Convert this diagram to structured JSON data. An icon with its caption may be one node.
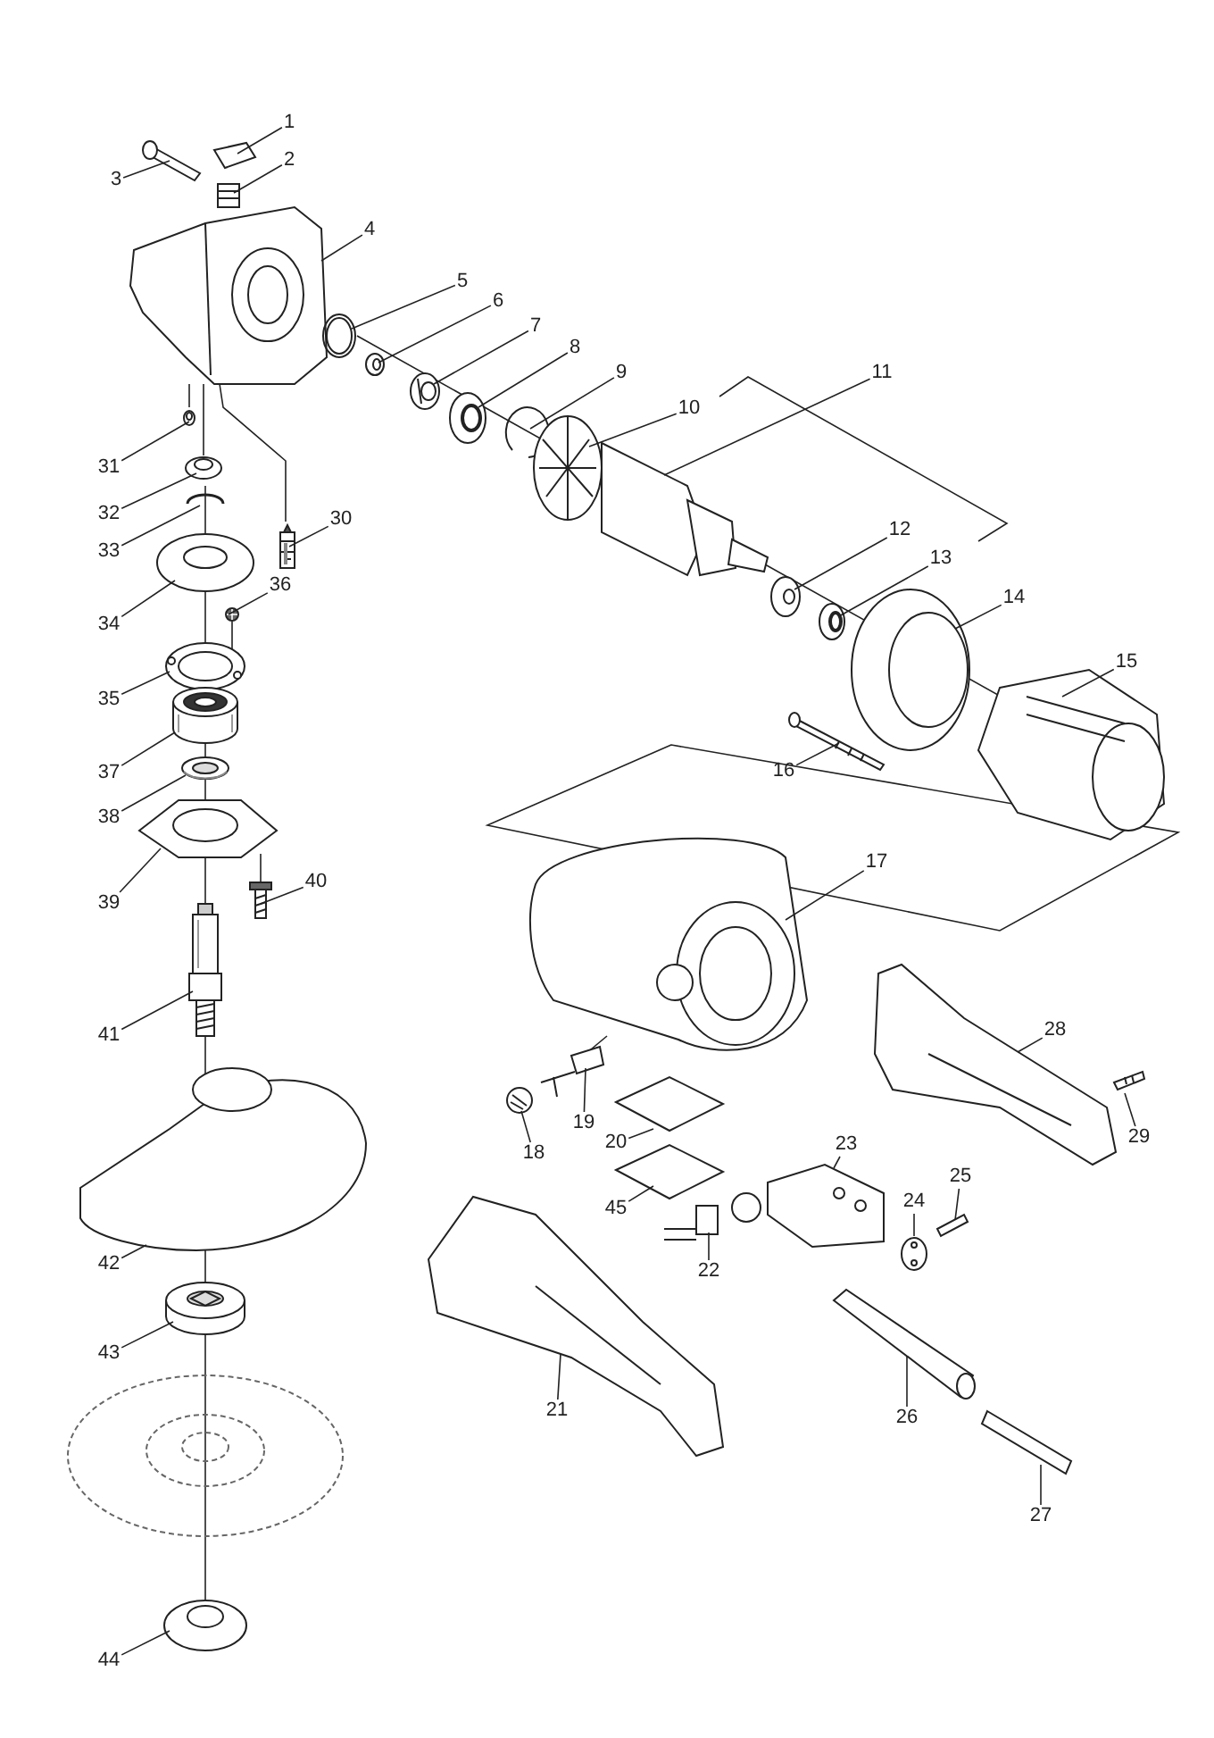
{
  "diagram": {
    "nodes": [
      {
        "text": [
          "1"
        ]
      },
      {
        "text": [
          "2"
        ]
      },
      {
        "text": [
          "3"
        ]
      },
      {
        "text": [
          "4"
        ]
      },
      {
        "text": [
          "5"
        ]
      },
      {
        "text": [
          "6"
        ]
      },
      {
        "text": [
          "7"
        ]
      },
      {
        "text": [
          "8"
        ]
      },
      {
        "text": [
          "9"
        ]
      },
      {
        "text": [
          "10"
        ]
      },
      {
        "text": [
          "11"
        ]
      },
      {
        "text": [
          "12"
        ]
      },
      {
        "text": [
          "13"
        ]
      },
      {
        "text": [
          "14"
        ]
      },
      {
        "text": [
          "15"
        ]
      },
      {
        "text": [
          "16"
        ]
      },
      {
        "text": [
          "17"
        ]
      },
      {
        "text": [
          "18"
        ]
      },
      {
        "text": [
          "19"
        ]
      },
      {
        "text": [
          "20"
        ]
      },
      {
        "text": [
          "21"
        ]
      },
      {
        "text": [
          "22"
        ]
      },
      {
        "text": [
          "23"
        ]
      },
      {
        "text": [
          "24"
        ]
      },
      {
        "text": [
          "25"
        ]
      },
      {
        "text": [
          "26"
        ]
      },
      {
        "text": [
          "27"
        ]
      },
      {
        "text": [
          "28"
        ]
      },
      {
        "text": [
          "29"
        ]
      },
      {
        "text": [
          "30"
        ]
      },
      {
        "text": [
          "31"
        ]
      },
      {
        "text": [
          "32"
        ]
      },
      {
        "text": [
          "33"
        ]
      },
      {
        "text": [
          "34"
        ]
      },
      {
        "text": [
          "35"
        ]
      },
      {
        "text": [
          "36"
        ]
      },
      {
        "text": [
          "37"
        ]
      },
      {
        "text": [
          "38"
        ]
      },
      {
        "text": [
          "39"
        ]
      },
      {
        "text": [
          "40"
        ]
      },
      {
        "text": [
          "41"
        ]
      },
      {
        "text": [
          "42"
        ]
      },
      {
        "text": [
          "43"
        ]
      },
      {
        "text": [
          "44"
        ]
      },
      {
        "text": [
          "45"
        ]
      },
      {
        "text": [],
        "shape": "picture"
      },
      {
        "text": [],
        "shape": "picture"
      },
      {
        "text": [],
        "shape": "picture"
      },
      {
        "text": [],
        "shape": "picture"
      },
      {
        "text": [],
        "shape": "picture"
      },
      {
        "text": [],
        "shape": "picture"
      },
      {
        "text": [],
        "shape": "picture"
      },
      {
        "text": [],
        "shape": "picture"
      },
      {
        "text": [],
        "shape": "picture"
      },
      {
        "text": [],
        "shape": "picture"
      },
      {
        "text": [],
        "shape": "picture"
      },
      {
        "text": [],
        "shape": "picture"
      },
      {
        "text": [],
        "shape": "picture"
      },
      {
        "text": [],
        "shape": "picture"
      },
      {
        "text": [],
        "shape": "picture"
      },
      {
        "text": [],
        "shape": "picture"
      },
      {
        "text": [],
        "shape": "picture"
      },
      {
        "text": [],
        "shape": "picture"
      },
      {
        "text": [],
        "shape": "picture"
      },
      {
        "text": [],
        "shape": "picture"
      },
      {
        "text": [],
        "shape": "picture"
      },
      {
        "text": [],
        "shape": "picture"
      },
      {
        "text": [],
        "shape": "picture"
      },
      {
        "text": [],
        "shape": "picture"
      },
      {
        "text": [],
        "shape": "picture"
      },
      {
        "text": [],
        "shape": "picture"
      },
      {
        "text": [],
        "shape": "picture"
      },
      {
        "text": [],
        "shape": "picture"
      },
      {
        "text": [],
        "shape": "picture"
      },
      {
        "text": [],
        "shape": "picture"
      },
      {
        "text": [],
        "shape": "picture"
      },
      {
        "text": [],
        "shape": "picture"
      },
      {
        "text": [],
        "shape": "picture"
      },
      {
        "text": [],
        "shape": "picture"
      },
      {
        "text": [],
        "shape": "picture"
      },
      {
        "text": [],
        "shape": "picture"
      },
      {
        "text": [],
        "shape": "picture"
      },
      {
        "text": [],
        "shape": "picture"
      },
      {
        "text": [],
        "shape": "picture"
      },
      {
        "text": [],
        "shape": "picture"
      },
      {
        "text": [],
        "shape": "picture"
      },
      {
        "text": [],
        "shape": "picture"
      },
      {
        "text": [],
        "shape": "picture"
      },
      {
        "text": [],
        "shape": "picture"
      },
      {
        "text": [],
        "shape": "picture"
      }
    ],
    "edges": [
      {
        "from": 0,
        "to": 45,
        "arrow": "none"
      },
      {
        "from": 1,
        "to": 46,
        "arrow": "none"
      },
      {
        "from": 2,
        "to": 47,
        "arrow": "none"
      },
      {
        "from": 3,
        "to": 48,
        "arrow": "none"
      },
      {
        "from": 4,
        "to": 49,
        "arrow": "none"
      },
      {
        "from": 5,
        "to": 50,
        "arrow": "none"
      },
      {
        "from": 6,
        "to": 51,
        "arrow": "none"
      },
      {
        "from": 7,
        "to": 52,
        "arrow": "none"
      },
      {
        "from": 8,
        "to": 53,
        "arrow": "none"
      },
      {
        "from": 9,
        "to": 54,
        "arrow": "none"
      },
      {
        "from": 10,
        "to": 55,
        "arrow": "none"
      },
      {
        "from": 11,
        "to": 56,
        "arrow": "none"
      },
      {
        "from": 12,
        "to": 57,
        "arrow": "none"
      },
      {
        "from": 13,
        "to": 58,
        "arrow": "none"
      },
      {
        "from": 14,
        "to": 59,
        "arrow": "none"
      },
      {
        "from": 15,
        "to": 60,
        "arrow": "none"
      },
      {
        "from": 16,
        "to": 61,
        "arrow": "none"
      },
      {
        "from": 17,
        "to": 62,
        "arrow": "none"
      },
      {
        "from": 18,
        "to": 63,
        "arrow": "none"
      },
      {
        "from": 19,
        "to": 64,
        "arrow": "none"
      },
      {
        "from": 20,
        "to": 65,
        "arrow": "none"
      },
      {
        "from": 21,
        "to": 66,
        "arrow": "none"
      },
      {
        "from": 22,
        "to": 67,
        "arrow": "none"
      },
      {
        "from": 23,
        "to": 68,
        "arrow": "none"
      },
      {
        "from": 24,
        "to": 69,
        "arrow": "none"
      },
      {
        "from": 25,
        "to": 70,
        "arrow": "none"
      },
      {
        "from": 26,
        "to": 71,
        "arrow": "none"
      },
      {
        "from": 27,
        "to": 72,
        "arrow": "none"
      },
      {
        "from": 28,
        "to": 73,
        "arrow": "none"
      },
      {
        "from": 29,
        "to": 74,
        "arrow": "none"
      },
      {
        "from": 30,
        "to": 75,
        "arrow": "none"
      },
      {
        "from": 31,
        "to": 76,
        "arrow": "none"
      },
      {
        "from": 32,
        "to": 77,
        "arrow": "none"
      },
      {
        "from": 33,
        "to": 78,
        "arrow": "none"
      },
      {
        "from": 34,
        "to": 79,
        "arrow": "none"
      },
      {
        "from": 35,
        "to": 80,
        "arrow": "none"
      },
      {
        "from": 36,
        "to": 81,
        "arrow": "none"
      },
      {
        "from": 37,
        "to": 82,
        "arrow": "none"
      },
      {
        "from": 38,
        "to": 83,
        "arrow": "none"
      },
      {
        "from": 39,
        "to": 84,
        "arrow": "none"
      },
      {
        "from": 40,
        "to": 85,
        "arrow": "none"
      },
      {
        "from": 41,
        "to": 86,
        "arrow": "none"
      },
      {
        "from": 42,
        "to": 87,
        "arrow": "none"
      },
      {
        "from": 43,
        "to": 88,
        "arrow": "none"
      },
      {
        "from": 44,
        "to": 89,
        "arrow": "none"
      }
    ]
  }
}
